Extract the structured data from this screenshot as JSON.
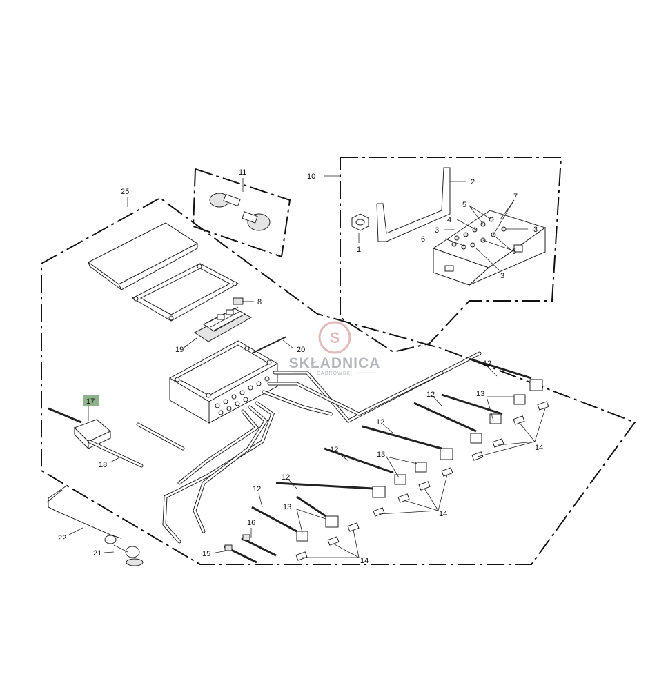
{
  "watermark": {
    "title": "SKŁADNICA",
    "subtitle": "DĄBROWSKI"
  },
  "highlight_color": "#8fb38a",
  "labels": {
    "l1": "1",
    "l2": "2",
    "l3a": "3",
    "l3b": "3",
    "l3c": "3",
    "l4": "4",
    "l5a": "5",
    "l5b": "5",
    "l6": "6",
    "l7": "7",
    "l8": "8",
    "l10": "10",
    "l11": "11",
    "l12a": "12",
    "l12b": "12",
    "l12c": "12",
    "l12d": "12",
    "l12e": "12",
    "l12f": "12",
    "l13a": "13",
    "l13b": "13",
    "l13c": "13",
    "l14a": "14",
    "l14b": "14",
    "l14c": "14",
    "l15": "15",
    "l16": "16",
    "l17": "17",
    "l18": "18",
    "l19": "19",
    "l20": "20",
    "l21": "21",
    "l22": "22",
    "l25": "25"
  }
}
